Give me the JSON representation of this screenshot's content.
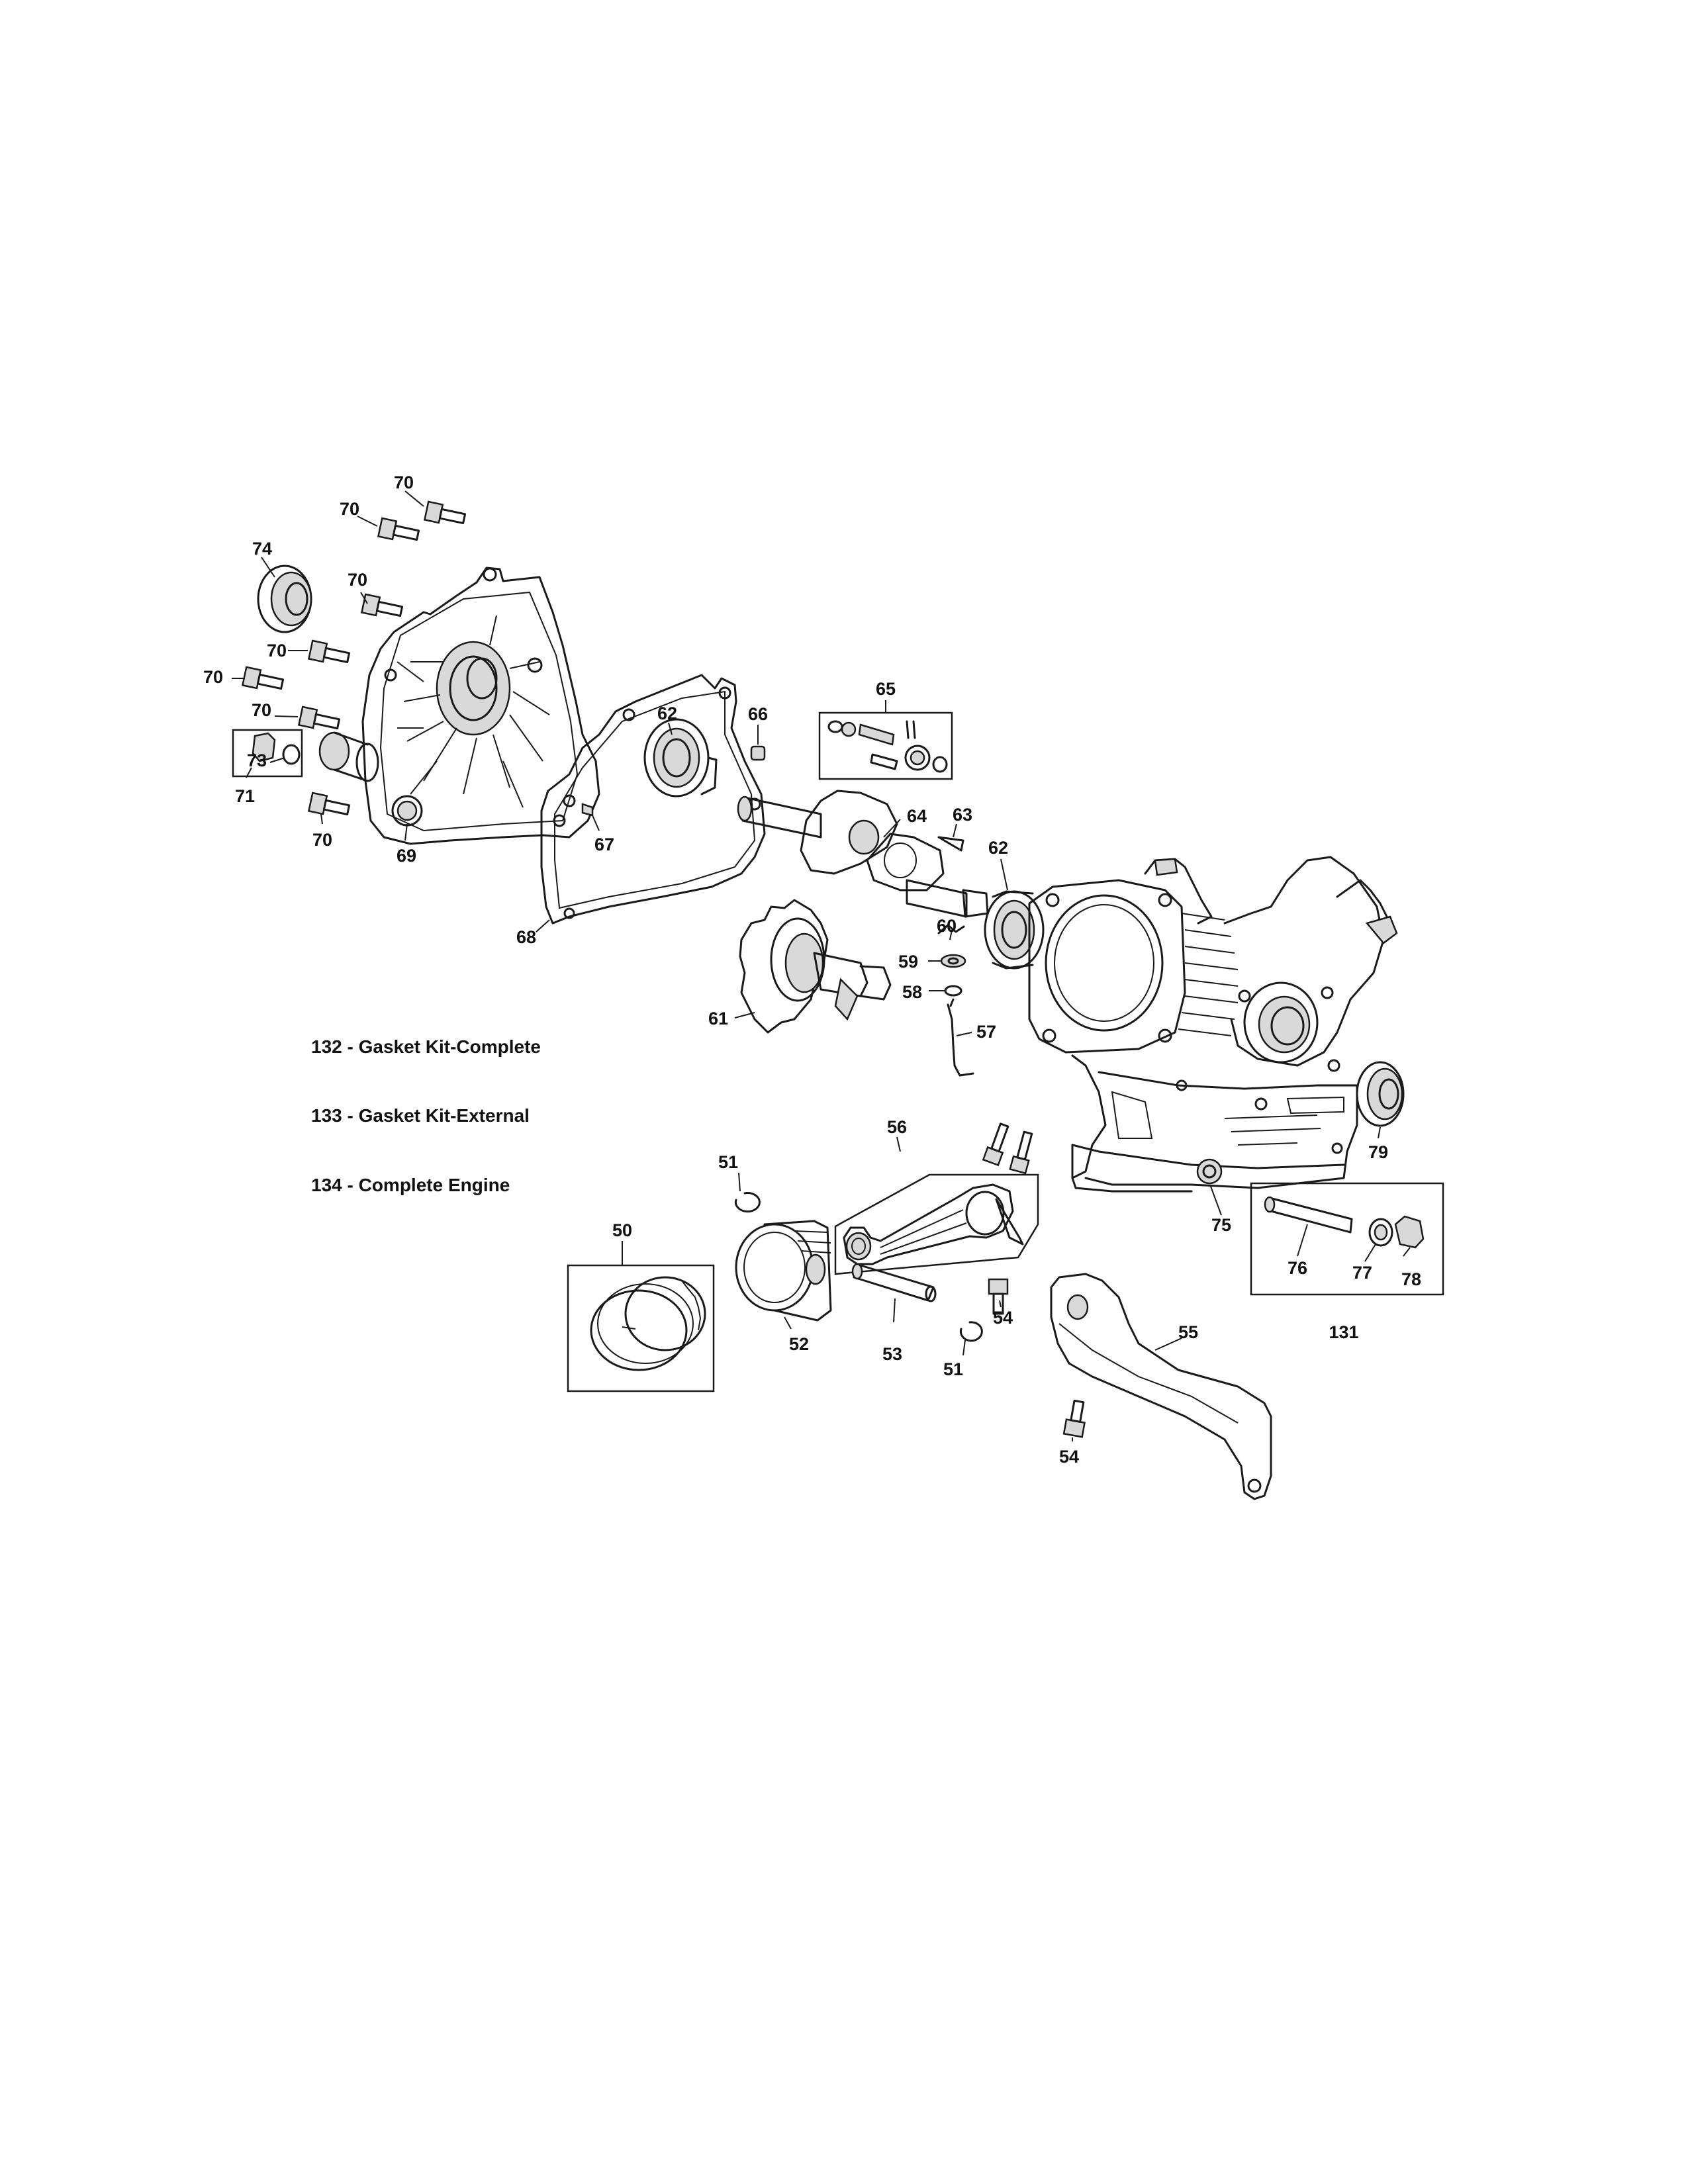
{
  "callouts": {
    "p70a": "70",
    "p70b": "70",
    "p70c": "70",
    "p70d": "70",
    "p70e": "70",
    "p70f": "70",
    "p70g": "70",
    "p74": "74",
    "p73": "73",
    "p71": "71",
    "p69": "69",
    "p68": "68",
    "p67": "67",
    "p62a": "62",
    "p66": "66",
    "p65": "65",
    "p64": "64",
    "p63": "63",
    "p62b": "62",
    "p60": "60",
    "p59": "59",
    "p58": "58",
    "p57": "57",
    "p61": "61",
    "p75": "75",
    "p79": "79",
    "p76": "76",
    "p77": "77",
    "p78": "78",
    "p131": "131",
    "p56": "56",
    "p51a": "51",
    "p51b": "51",
    "p50": "50",
    "p52": "52",
    "p53": "53",
    "p54a": "54",
    "p54b": "54",
    "p55": "55"
  },
  "notes": {
    "gasket_complete": "132 - Gasket Kit-Complete",
    "gasket_external": "133 - Gasket Kit-External",
    "complete_engine": "134 - Complete Engine"
  }
}
